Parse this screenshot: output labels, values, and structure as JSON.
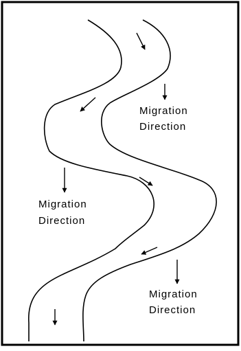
{
  "diagram": {
    "labels": [
      {
        "line1": "Migration",
        "line2": "Direction"
      },
      {
        "line1": "Migration",
        "line2": "Direction"
      },
      {
        "line1": "Migration",
        "line2": "Direction"
      }
    ],
    "colors": {
      "stroke": "#000000",
      "background": "#ffffff"
    }
  }
}
